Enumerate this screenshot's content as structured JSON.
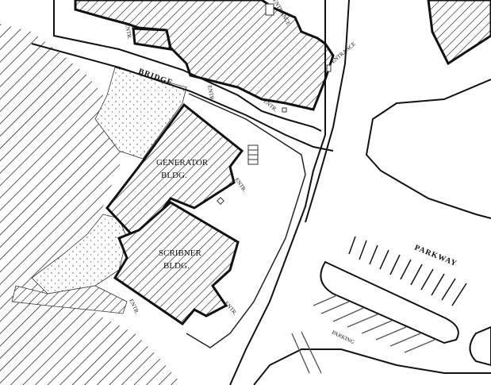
{
  "map": {
    "labels": {
      "bridge": "BRIDGE",
      "generator_line1": "GENERATOR",
      "generator_line2": "BLDG.",
      "scribner_line1": "SCRIBNER",
      "scribner_line2": "BLDG.",
      "parkway": "PARKWAY",
      "parking": "PARKING",
      "entrance": "ENTRANCE",
      "entr": "ENTR."
    },
    "colors": {
      "ink": "#111111",
      "paper": "#ffffff"
    }
  }
}
